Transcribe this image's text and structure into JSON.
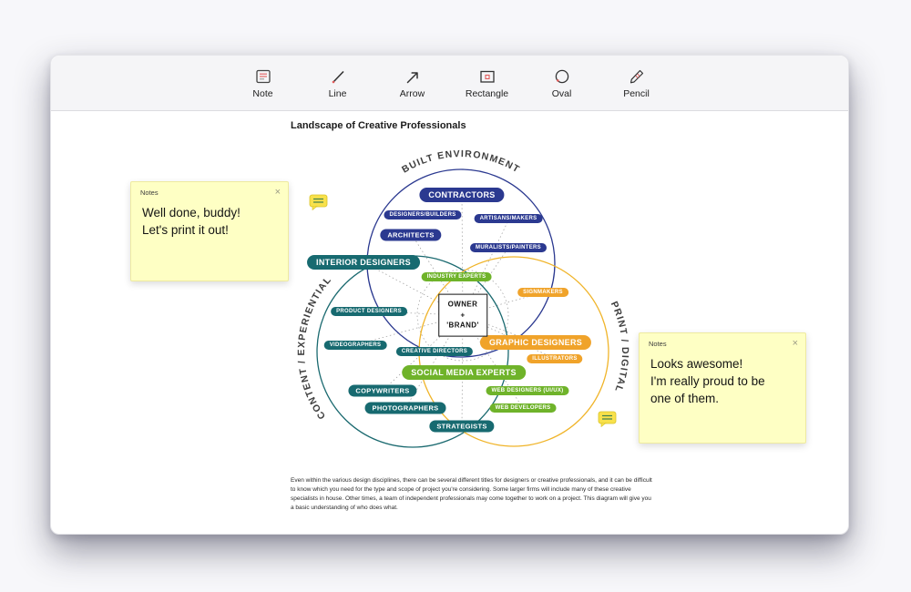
{
  "toolbar": {
    "tools": [
      {
        "label": "Note"
      },
      {
        "label": "Line"
      },
      {
        "label": "Arrow"
      },
      {
        "label": "Rectangle"
      },
      {
        "label": "Oval"
      },
      {
        "label": "Pencil"
      }
    ]
  },
  "document": {
    "title": "Landscape of Creative Professionals",
    "caption": "Even within the various design disciplines, there can be several different titles for designers or creative professionals, and it can be difficult to know which you need for the type and scope of project you're considering. Some larger firms will include many of these creative specialists in house. Other times, a team of independent professionals may come together to work on a project. This diagram will give you a basic understanding of who does what."
  },
  "diagram": {
    "arcs": {
      "top": "BUILT ENVIRONMENT",
      "left": "CONTENT / EXPERIENTIAL",
      "right": "PRINT / DIGITAL"
    },
    "center": {
      "line1": "OWNER",
      "line2": "+",
      "line3": "'BRAND'"
    },
    "labels": [
      {
        "text": "CONTRACTORS"
      },
      {
        "text": "DESIGNERS/BUILDERS"
      },
      {
        "text": "ARTISANS/MAKERS"
      },
      {
        "text": "ARCHITECTS"
      },
      {
        "text": "MURALISTS/PAINTERS"
      },
      {
        "text": "INTERIOR DESIGNERS"
      },
      {
        "text": "INDUSTRY EXPERTS"
      },
      {
        "text": "SIGNMAKERS"
      },
      {
        "text": "PRODUCT DESIGNERS"
      },
      {
        "text": "VIDEOGRAPHERS"
      },
      {
        "text": "CREATIVE DIRECTORS"
      },
      {
        "text": "GRAPHIC DESIGNERS"
      },
      {
        "text": "ILLUSTRATORS"
      },
      {
        "text": "SOCIAL MEDIA EXPERTS"
      },
      {
        "text": "COPYWRITERS"
      },
      {
        "text": "WEB DESIGNERS (UI/UX)"
      },
      {
        "text": "PHOTOGRAPHERS"
      },
      {
        "text": "WEB DEVELOPERS"
      },
      {
        "text": "STRATEGISTS"
      }
    ],
    "colors": {
      "blue": "#2b3990",
      "teal": "#176a70",
      "green": "#6fb32a",
      "orange": "#f0a32a",
      "yellow_circle": "#f0b429"
    }
  },
  "notes": [
    {
      "title": "Notes",
      "close": "×",
      "body": "Well done, buddy!\nLet's print it out!"
    },
    {
      "title": "Notes",
      "close": "×",
      "body": "Looks awesome!\nI'm really proud to be\none of them."
    }
  ]
}
